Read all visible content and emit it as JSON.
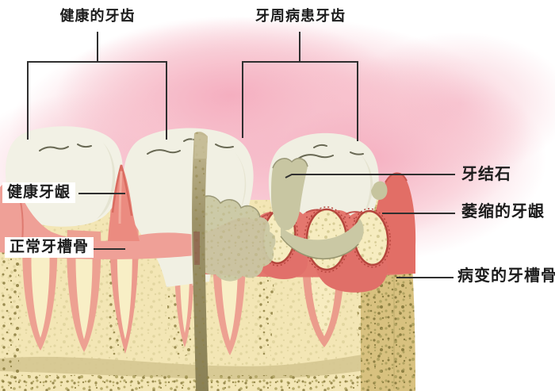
{
  "figure": {
    "title_left": "健康的牙齿",
    "title_right": "牙周病患牙齿",
    "label_healthy_gum": "健康牙龈",
    "label_normal_bone": "正常牙槽骨",
    "label_calculus": "牙结石",
    "label_receding_gum": "萎缩的牙龈",
    "label_diseased_bone": "病变的牙槽骨",
    "palette": {
      "background_glow": "#f6b4c3",
      "tooth_enamel": "#f2f1e5",
      "healthy_gum": "#efa097",
      "diseased_gum": "#e4776e",
      "bone_front": "#f3e6b5",
      "bone_side": "#d8c17f",
      "calculus": "#c9c7a3",
      "divider_strip": "#9c9268",
      "annotation_line": "#2f2f2f"
    }
  }
}
